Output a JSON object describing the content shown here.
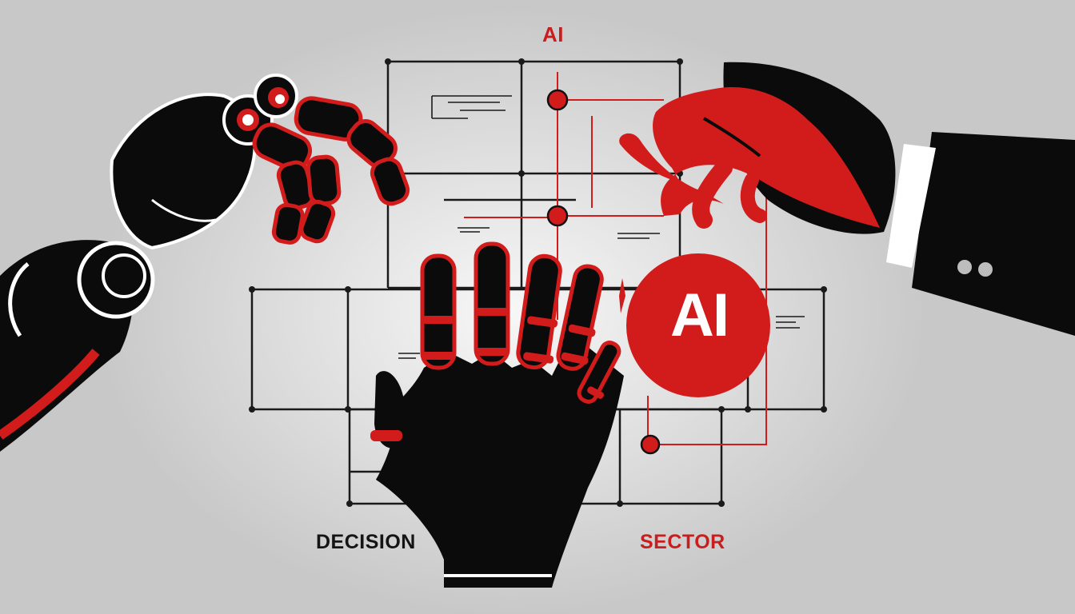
{
  "image": {
    "labels": {
      "top": "AI",
      "bottom_left": "DECISION",
      "bottom_right": "SECTOR"
    },
    "badge": {
      "text": "AI"
    },
    "colors": {
      "accent_red": "#d21c1c",
      "ink_black": "#0b0b0b",
      "background": "#d4d4d4",
      "badge_text": "#ffffff",
      "top_label": "#c81e1e",
      "decision_label": "#141414",
      "sector_label": "#c81e1e"
    },
    "subjects": [
      "robotic-hand",
      "human-hand-in-suit",
      "raised-robotic-palm",
      "flowchart-diagram",
      "ai-badge"
    ]
  }
}
